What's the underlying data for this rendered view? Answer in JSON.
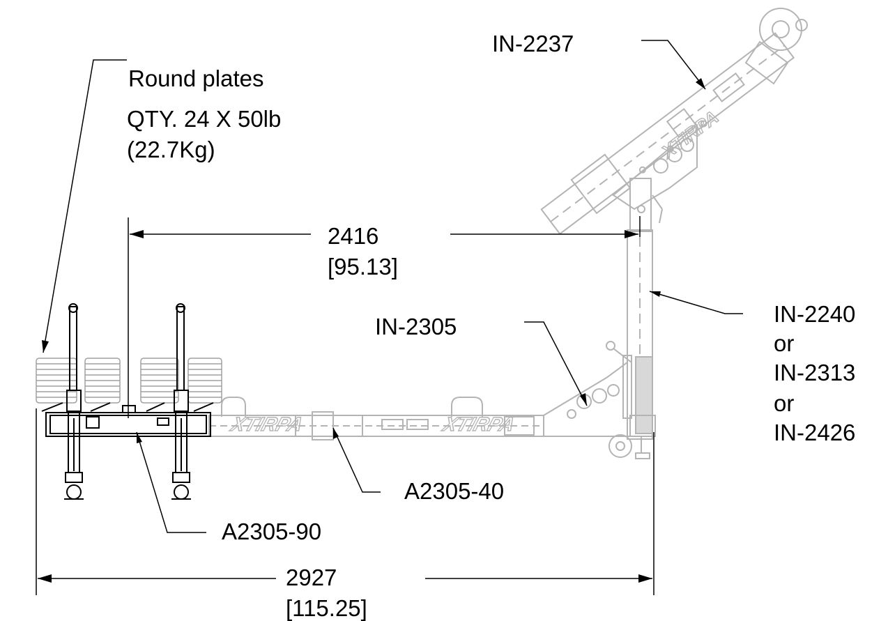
{
  "callouts": {
    "round_plates": "Round plates",
    "plates_qty": "QTY. 24 X 50lb",
    "plates_weight": "(22.7Kg)",
    "boom": "IN-2237",
    "mast_option_1": "IN-2240",
    "or_1": "or",
    "mast_option_2": "IN-2313",
    "or_2": "or",
    "mast_option_3": "IN-2426",
    "base": "IN-2305",
    "extension": "A2305-40",
    "counterweight": "A2305-90"
  },
  "dimensions": {
    "reach_mm": "2416",
    "reach_in": "[95.13]",
    "overall_mm": "2927",
    "overall_in": "[115.25]"
  },
  "brand_marks": [
    "XTIRPA",
    "XTIRPA",
    "XTIRPA"
  ],
  "colors": {
    "line": "#000000",
    "faded": "#b4b4b4"
  }
}
